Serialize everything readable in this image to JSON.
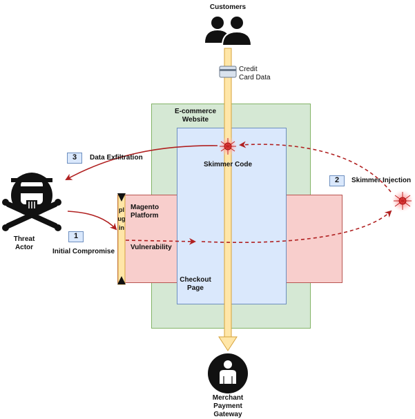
{
  "labels": {
    "customers": "Customers",
    "credit_card_data": "Credit\nCard Data",
    "ecommerce_website": "E-commerce\nWebsite",
    "skimmer_code": "Skimmer Code",
    "data_exfiltration": "Data Exfiltration",
    "skimmer_injection": "Skimmer Injection",
    "threat_actor": "Threat\nActor",
    "initial_compromise": "Initial Compromise",
    "magento_platform": "Magento\nPlatform",
    "vulnerability": "Vulnerability",
    "checkout_page": "Checkout\nPage",
    "plugin": "plugin",
    "merchant_payment_gateway": "Merchant\nPayment\nGateway"
  },
  "steps": [
    {
      "number": "1",
      "label": "Initial Compromise"
    },
    {
      "number": "2",
      "label": "Skimmer Injection"
    },
    {
      "number": "3",
      "label": "Data Exfiltration"
    }
  ],
  "colors": {
    "website_fill": "#d5e8d4",
    "platform_fill": "#f8cecc",
    "checkout_fill": "#dae8fc",
    "flow_fill": "#ffe6a8",
    "attack_arrow": "#b02020"
  },
  "icons": [
    "customers-icon",
    "credit-card-icon",
    "skimmer-bug-icon",
    "threat-actor-icon",
    "merchant-gateway-icon",
    "plugin-icon"
  ]
}
